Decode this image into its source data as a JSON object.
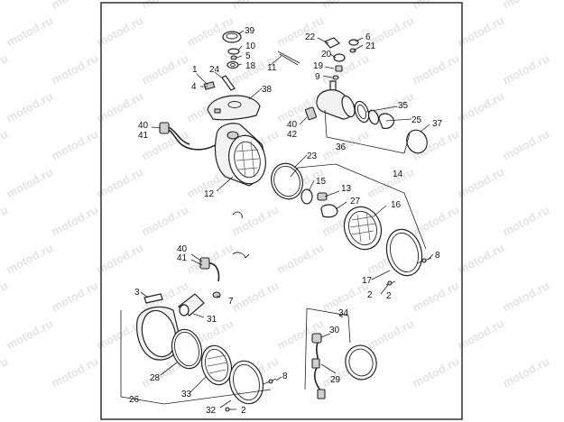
{
  "watermark": {
    "text": "motod.ru"
  },
  "callouts": [
    "1",
    "2",
    "2",
    "2",
    "3",
    "4",
    "5",
    "6",
    "7",
    "8",
    "8",
    "9",
    "10",
    "11",
    "12",
    "13",
    "14",
    "15",
    "16",
    "17",
    "18",
    "19",
    "20",
    "21",
    "22",
    "23",
    "24",
    "25",
    "26",
    "27",
    "28",
    "29",
    "30",
    "31",
    "32",
    "33",
    "34",
    "35",
    "36",
    "37",
    "38",
    "39",
    "40",
    "41",
    "40",
    "42",
    "40",
    "41"
  ]
}
